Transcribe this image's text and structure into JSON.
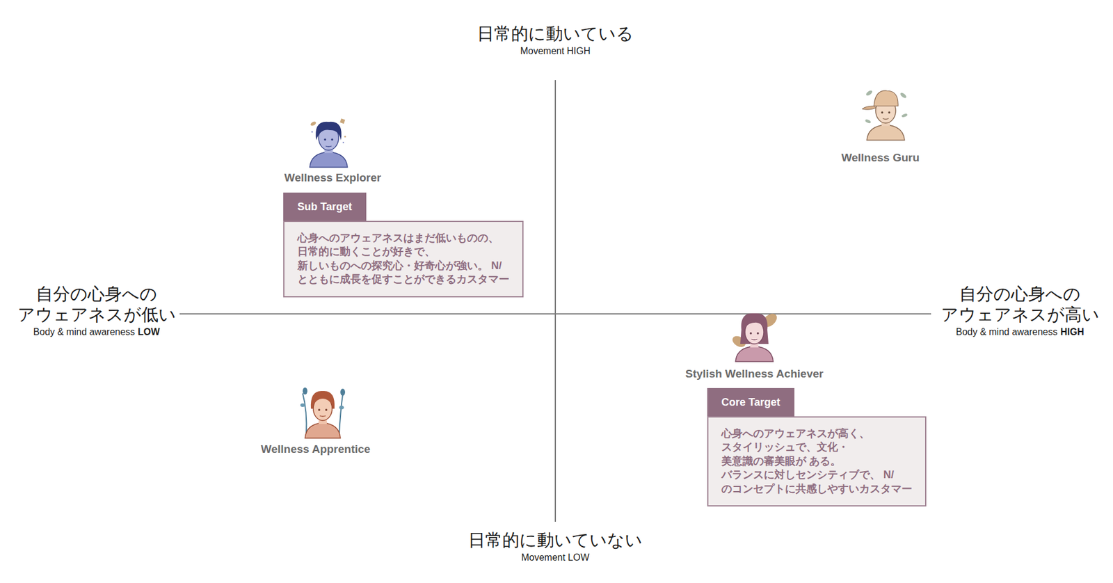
{
  "diagram": {
    "nodes": [
      {
        "text": [
          "Wellness Explorer"
        ]
      },
      {
        "text": [
          "Sub Target"
        ]
      },
      {
        "text": [
          "心身へのアウェアネスはまだ低いものの、 日常的に動くことが好きで、 新しいものへの探究心・好奇心が強い。 N/とともに成長を促すことができるカスタマー"
        ]
      },
      {
        "text": [
          "Stylish Wellness Achiever"
        ]
      },
      {
        "text": [
          "Core Target"
        ]
      },
      {
        "text": [
          "心身へのアウェアネスが高く、 スタイリッシュで、文化・美意識の審美眼が ある。バランスに対しセンシティブで、 N/のコンセプトに共感しやすいカスタマー"
        ]
      }
    ],
    "labels": [
      "日常的に動いている",
      "Movement HIGH",
      "自分の心身への アウェアネスが低い",
      "Body & mind awareness",
      "LOW",
      "自分の心身への アウェアネスが高い",
      "Body & mind awareness",
      "HIGH",
      "Wellness Guru",
      "Wellness Apprentice",
      "日常的に動いていない",
      "Movement LOW"
    ]
  }
}
